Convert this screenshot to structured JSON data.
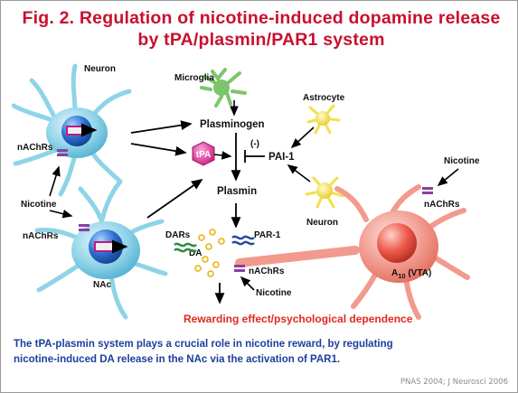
{
  "title": {
    "line1": "Fig. 2.  Regulation of nicotine-induced dopamine release",
    "line2": "by tPA/plasmin/PAR1 system"
  },
  "labels": {
    "neuron_top": "Neuron",
    "nachrs_left_top": "nAChRs",
    "nicotine_left": "Nicotine",
    "nachrs_left_bottom": "nAChRs",
    "nac": "NAc",
    "microglia": "Microglia",
    "plasminogen": "Plasminogen",
    "tpa": "tPA",
    "inhibit": "(-)",
    "pai1": "PAI-1",
    "astrocyte": "Astrocyte",
    "plasmin": "Plasmin",
    "neuron_mid": "Neuron",
    "par1": "PAR-1",
    "dars": "DARs",
    "da": "DA",
    "nachrs_center": "nAChRs",
    "nicotine_center": "Nicotine",
    "nicotine_right": "Nicotine",
    "nachrs_right": "nAChRs",
    "vta_prefix": "A",
    "vta_sub": "10",
    "vta_suffix": " (VTA)",
    "rewarding": "Rewarding effect/psychological dependence"
  },
  "caption": {
    "line1": "The tPA-plasmin system plays a crucial role in nicotine reward, by regulating",
    "line2": "nicotine-induced DA release in the NAc via the activation of PAR1."
  },
  "citation": "PNAS 2004; J Neurosci 2006",
  "colors": {
    "title": "#c8102e",
    "caption": "#1b3f9c",
    "neuron_fill": "#8fd3e8",
    "vta_fill": "#f08a7e",
    "tpa_fill": "#e0309a",
    "microglia_fill": "#7cc56b",
    "astrocyte_fill": "#f4e04a",
    "receptor": "#8b3fa0",
    "rewarding_text": "#e0291f"
  }
}
